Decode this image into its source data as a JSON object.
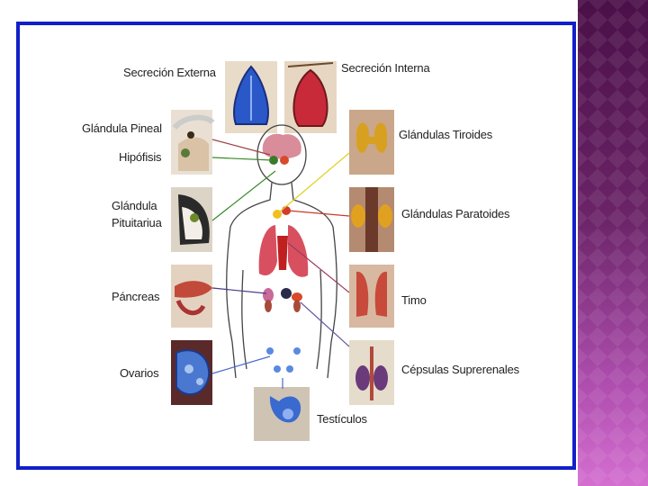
{
  "labels": {
    "secrecion_externa": "Secreción Externa",
    "secrecion_interna": "Secreción Interna",
    "glandula_pineal": "Glándula Pineal",
    "hipofisis": "Hipófisis",
    "glandula_line1": "Glándula",
    "glandula_line2": "Pituitariua",
    "pancreas": "Páncreas",
    "ovarios": "Ovarios",
    "tiroides": "Glándulas Tiroides",
    "paratiroides": "Glándulas Paratoides",
    "timo": "Timo",
    "suprarrenales": "Cépsulas Suprerenales",
    "testiculos": "Testículos"
  },
  "colors": {
    "frame_border": "#1020c8",
    "side_strip": "#5a1a5a",
    "body_outline": "#444444"
  }
}
